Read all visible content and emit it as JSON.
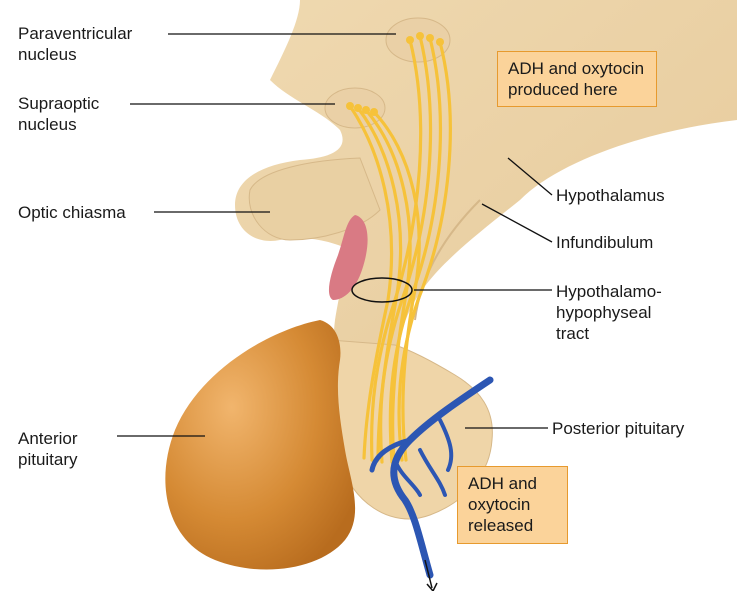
{
  "labels": {
    "paraventricular": [
      "Paraventricular",
      "nucleus"
    ],
    "supraoptic": [
      "Supraoptic",
      "nucleus"
    ],
    "optic_chiasma": "Optic chiasma",
    "hypothalamus": "Hypothalamus",
    "infundibulum": "Infundibulum",
    "tract": [
      "Hypothalamo-",
      "hypophyseal",
      "tract"
    ],
    "posterior_pituitary": "Posterior pituitary",
    "anterior_pituitary": [
      "Anterior",
      "pituitary"
    ]
  },
  "callouts": {
    "produced": [
      "ADH and oxytocin",
      "produced here"
    ],
    "released": [
      "ADH and",
      "oxytocin",
      "released"
    ]
  },
  "colors": {
    "tissue": "#f1dcb6",
    "anterior_pituitary": "#d58a34",
    "axons": "#f6c23a",
    "vessels": "#2c56b3",
    "callout_fill": "#fbd39a",
    "callout_border": "#e79a2e",
    "optic_pink": "#d97a84"
  }
}
